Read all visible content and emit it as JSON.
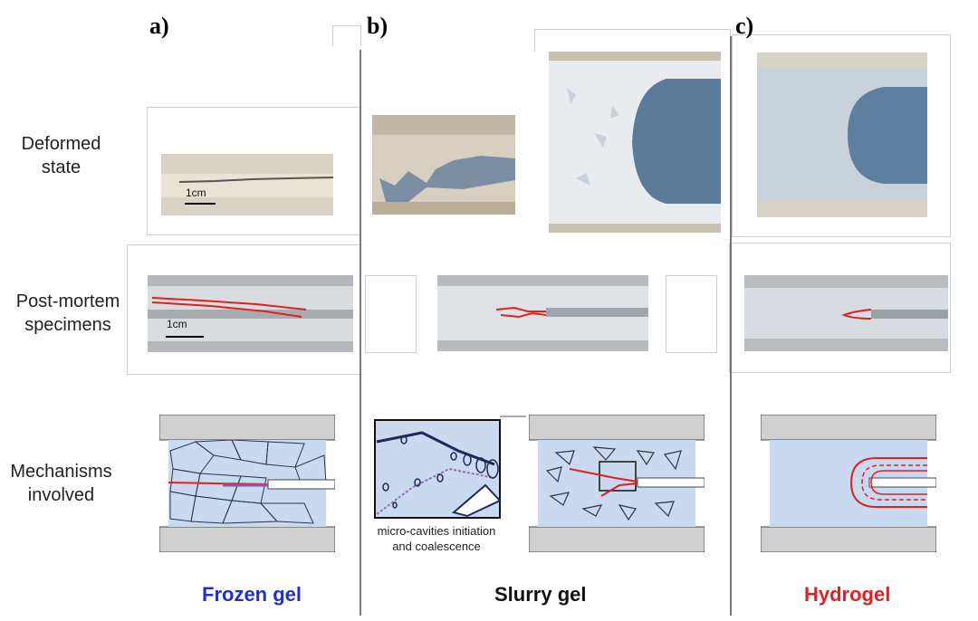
{
  "panels": {
    "a": {
      "letter": "a)",
      "material": "Frozen gel",
      "material_color": "#1f2fd0"
    },
    "b": {
      "letter": "b)",
      "material": "Slurry gel",
      "material_color": "#111111"
    },
    "c": {
      "letter": "c)",
      "material": "Hydrogel",
      "material_color": "#e0211e"
    }
  },
  "row_labels": {
    "deformed": [
      "Deformed",
      "state"
    ],
    "postmortem": [
      "Post-mortem",
      "specimens"
    ],
    "mechanisms": [
      "Mechanisms",
      "involved"
    ]
  },
  "scale_bars": {
    "deformed": "1cm",
    "postmortem": "1cm"
  },
  "inset_caption": [
    "micro-cavities initiation",
    "and coalescence"
  ],
  "colors": {
    "crack": "#e2211d",
    "gel": "#c9daf0",
    "grip": "#d0d0d0",
    "background_photo": "#5a7a98"
  }
}
